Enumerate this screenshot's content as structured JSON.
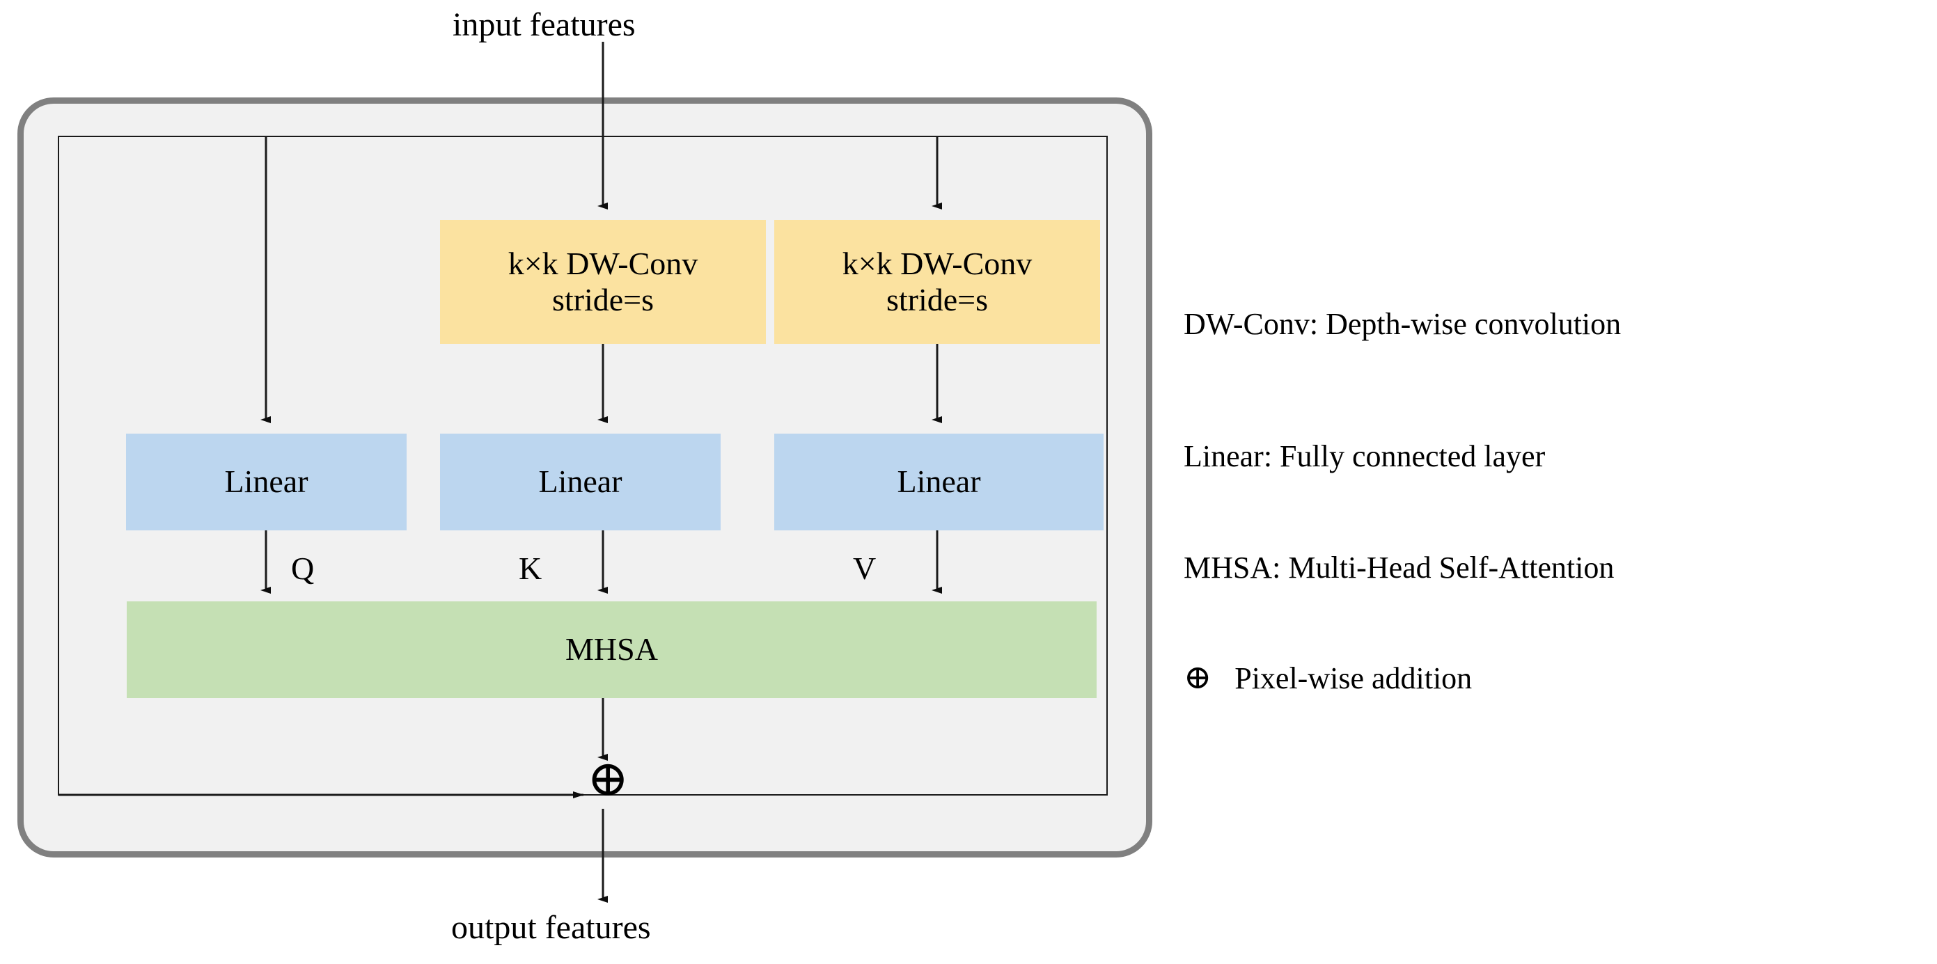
{
  "diagram": {
    "title_top": "input features",
    "title_bottom": "output features",
    "blocks": {
      "dwconv_left": {
        "line1": "k×k DW-Conv",
        "line2": "stride=s"
      },
      "dwconv_right": {
        "line1": "k×k DW-Conv",
        "line2": "stride=s"
      },
      "linear_q": "Linear",
      "linear_k": "Linear",
      "linear_v": "Linear",
      "mhsa": "MHSA"
    },
    "edge_labels": {
      "q": "Q",
      "k": "K",
      "v": "V"
    },
    "add_symbol": "⊕",
    "colors": {
      "yellow": "#fbe2a0",
      "blue": "#bcd6ef",
      "green": "#c5e0b4",
      "card_fill": "#f1f1f1",
      "card_border": "#808080",
      "line": "#1a1a1a"
    }
  },
  "legend": [
    {
      "symbol": "",
      "text": "DW-Conv: Depth-wise convolution"
    },
    {
      "symbol": "",
      "text": "Linear: Fully connected layer"
    },
    {
      "symbol": "",
      "text": "MHSA: Multi-Head Self-Attention"
    },
    {
      "symbol": "⊕",
      "text": "Pixel-wise addition"
    }
  ]
}
